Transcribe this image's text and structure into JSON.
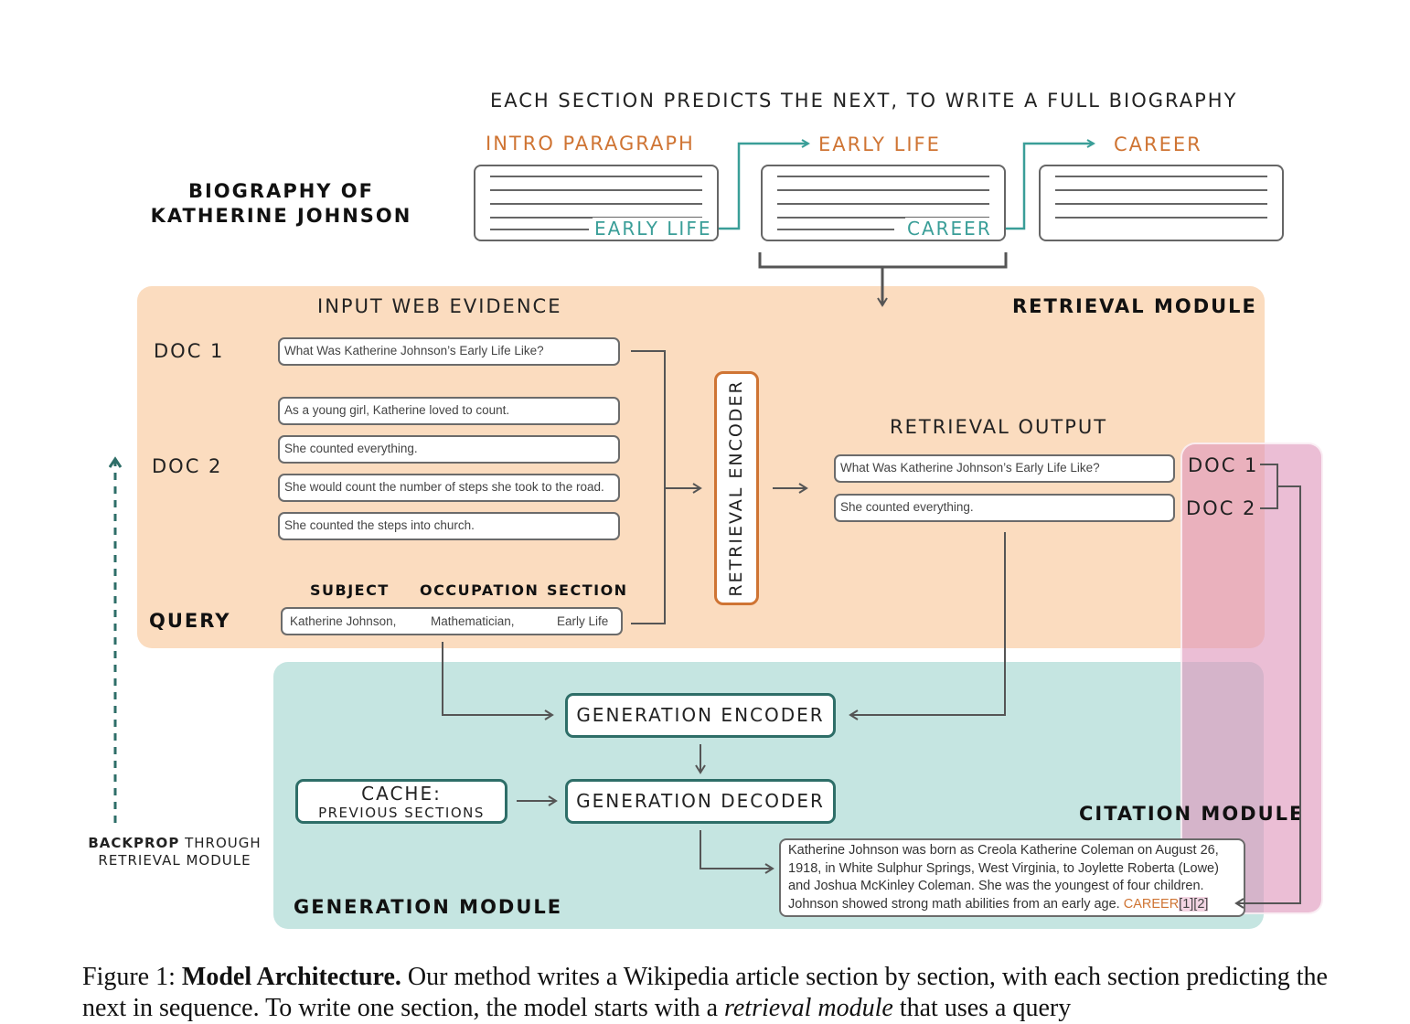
{
  "top_title": "EACH SECTION PREDICTS THE NEXT, TO WRITE A FULL BIOGRAPHY",
  "biography": {
    "line1": "BIOGRAPHY OF",
    "line2": "KATHERINE JOHNSON"
  },
  "sections": {
    "intro": "INTRO PARAGRAPH",
    "early_life": "EARLY LIFE",
    "career": "CAREER",
    "intro_next": "EARLY LIFE",
    "early_next": "CAREER"
  },
  "retrieval": {
    "module_label": "RETRIEVAL MODULE",
    "input_label": "INPUT WEB EVIDENCE",
    "doc1_label": "DOC 1",
    "doc2_label": "DOC 2",
    "query_label": "QUERY",
    "doc1_sentence": "What Was Katherine Johnson’s Early Life Like?",
    "doc2_sentences": [
      "As a young girl, Katherine loved to count.",
      "She counted everything.",
      "She would count the number of steps she took to the road.",
      "She counted the steps into church."
    ],
    "query_headers": {
      "subject": "SUBJECT",
      "occupation": "OCCUPATION",
      "section": "SECTION"
    },
    "query_values": {
      "subject": "Katherine Johnson,",
      "occupation": "Mathematician,",
      "section": "Early Life"
    },
    "encoder_label": "RETRIEVAL ENCODER",
    "output_label": "RETRIEVAL OUTPUT",
    "output_sentences": [
      "What Was Katherine Johnson’s Early Life Like?",
      "She counted everything."
    ],
    "output_doc1": "DOC 1",
    "output_doc2": "DOC 2"
  },
  "generation": {
    "module_label": "GENERATION MODULE",
    "encoder_label": "GENERATION ENCODER",
    "decoder_label": "GENERATION DECODER",
    "cache_line1": "CACHE:",
    "cache_line2": "PREVIOUS SECTIONS",
    "output_lines": [
      "Katherine Johnson was born as Creola Katherine Coleman on August 26,",
      "1918, in White Sulphur Springs, West Virginia, to Joylette Roberta (Lowe)",
      "and Joshua McKinley Coleman. She was the youngest of four children."
    ],
    "output_last_line": "Johnson showed strong math abilities from an early age.",
    "output_next_tag": "CAREER",
    "output_citation": "[1][2]"
  },
  "citation": {
    "module_label": "CITATION MODULE"
  },
  "backprop": {
    "bold": "BACKPROP",
    "rest": " THROUGH",
    "line2": "RETRIEVAL MODULE"
  },
  "caption": {
    "prefix": "Figure 1: ",
    "bold": "Model Architecture.",
    "text1": " Our method writes a Wikipedia article section by section, with each section predicting the next in sequence. To write one section, the model starts with a ",
    "italic": "retrieval module",
    "text2": " that uses a query"
  },
  "colors": {
    "orange_text": "#cf7433",
    "teal_text": "#3a9e98",
    "retrieval_bg": "#fbdcbf",
    "generation_bg": "#c5e5e1",
    "citation_bg": "#e9bdd3",
    "teal_border": "#2e6e68"
  }
}
